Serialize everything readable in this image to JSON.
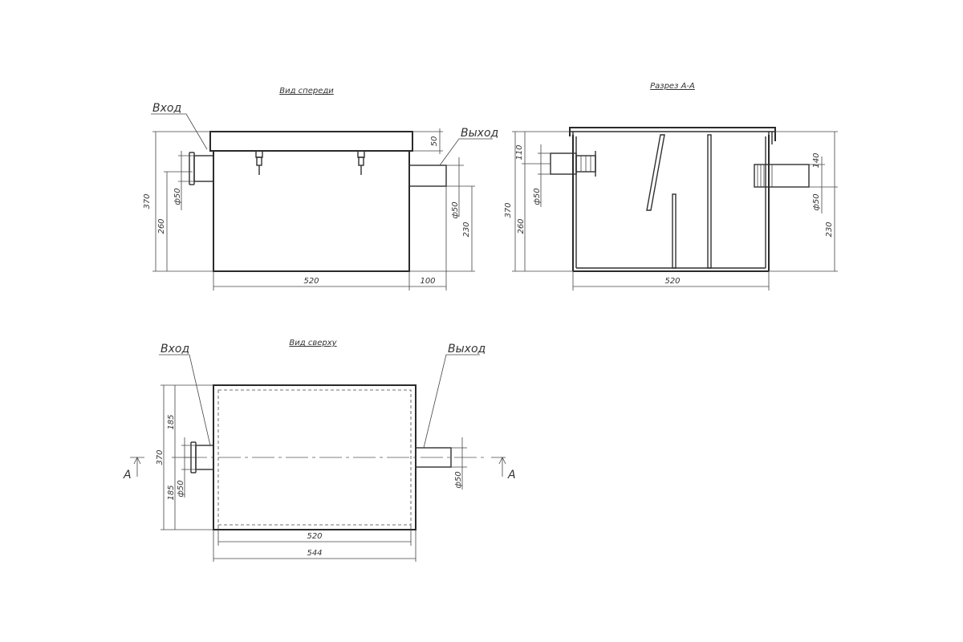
{
  "views": {
    "front": {
      "title": "Вид спереди",
      "inlet_label": "Вход",
      "outlet_label": "Выход",
      "dims": {
        "total_height": "370",
        "inlet_height": "260",
        "inlet_dia": "ф50",
        "lid": "50",
        "outlet_dia": "ф50",
        "outlet_height": "230",
        "width": "520",
        "outlet_len": "100"
      }
    },
    "section": {
      "title": "Разрез А-А",
      "dims": {
        "top_offset": "110",
        "inlet_dia": "ф50",
        "total_height": "370",
        "inlet_height": "260",
        "right_offset": "140",
        "outlet_dia": "ф50",
        "outlet_height": "230",
        "width": "520"
      }
    },
    "top": {
      "title": "Вид сверху",
      "inlet_label": "Вход",
      "outlet_label": "Выход",
      "section_mark": "А",
      "dims": {
        "half_upper": "185",
        "total": "370",
        "half_lower": "185",
        "inlet_dia": "ф50",
        "outlet_dia": "ф50",
        "inner_width": "520",
        "outer_width": "544"
      }
    }
  }
}
